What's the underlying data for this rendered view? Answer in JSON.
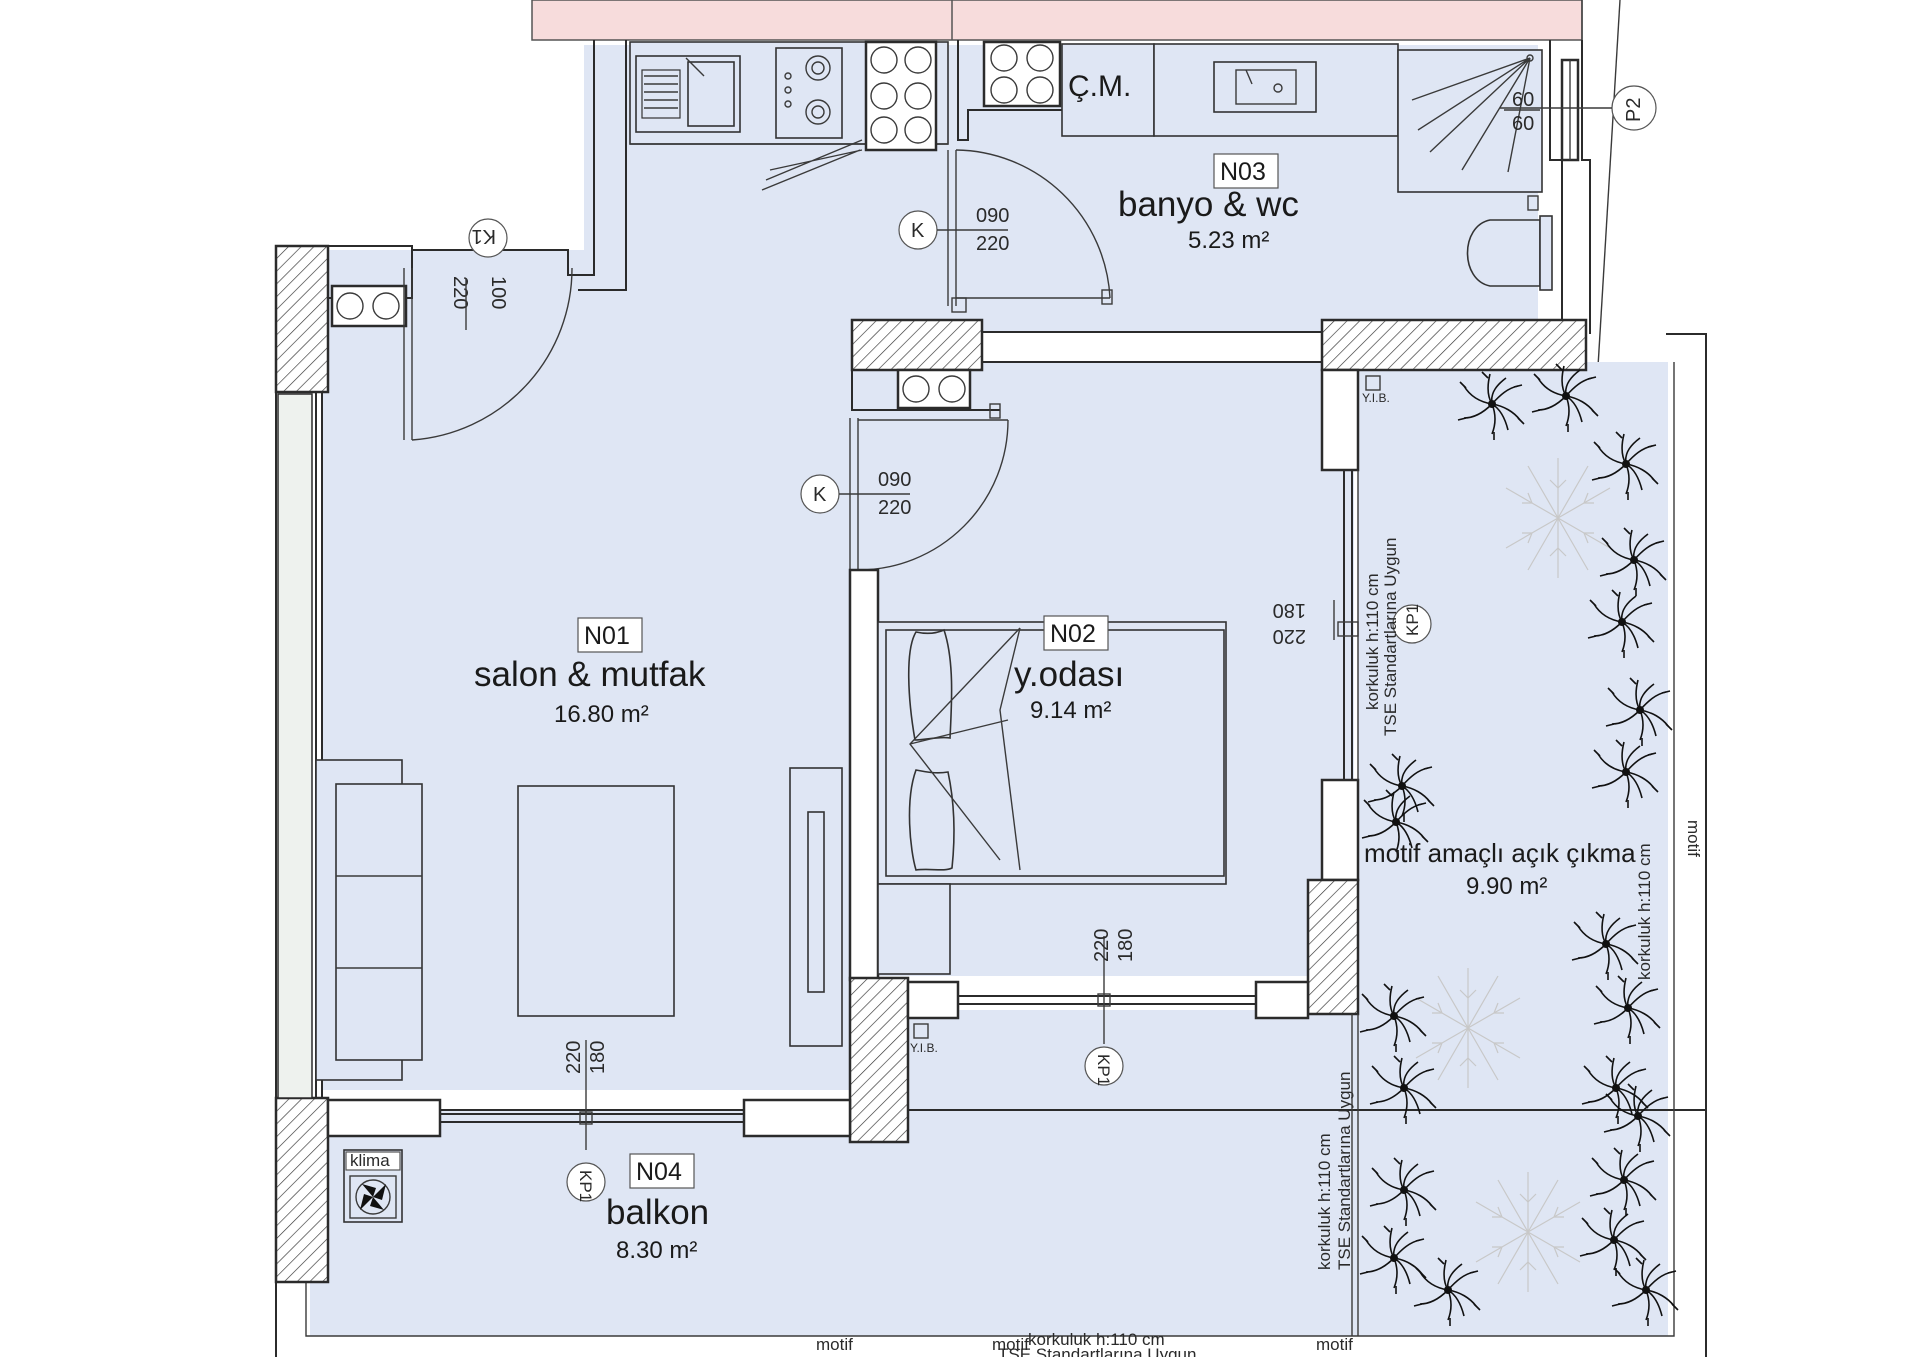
{
  "rooms": [
    {
      "code": "N01",
      "name": "salon & mutfak",
      "area": "16.80 m²"
    },
    {
      "code": "N02",
      "name": "y.odası",
      "area": "9.14 m²"
    },
    {
      "code": "N03",
      "name": "banyo & wc",
      "area": "5.23 m²"
    },
    {
      "code": "N04",
      "name": "balkon",
      "area": "8.30 m²"
    }
  ],
  "terrace": {
    "name": "motif amaçlı açık çıkma",
    "area": "9.90 m²"
  },
  "fixtures": {
    "cm": "Ç.M.",
    "klima": "klima",
    "shower_dim_a": "60",
    "shower_dim_b": "60",
    "yib": "Y.I.B."
  },
  "doors": {
    "d1_width": "090",
    "d1_height": "220",
    "d1_tag": "K",
    "d2_width": "090",
    "d2_height": "220",
    "d2_tag": "K",
    "d3_width": "100",
    "d3_height": "220",
    "d3_tag": "K1"
  },
  "windows": {
    "w1_a": "180",
    "w1_b": "220",
    "w1_tag": "KP1",
    "w2_a": "180",
    "w2_b": "220",
    "w2_tag": "KP1",
    "w3_a": "180",
    "w3_b": "220",
    "w3_tag": "KP1",
    "p2_tag": "P2"
  },
  "railings": {
    "text_a": "korkuluk h:110 cm",
    "text_b": "TSE Standartlarına Uygun",
    "text_c": "korkuluk h:110 cm"
  },
  "motif": {
    "label": "motif"
  }
}
